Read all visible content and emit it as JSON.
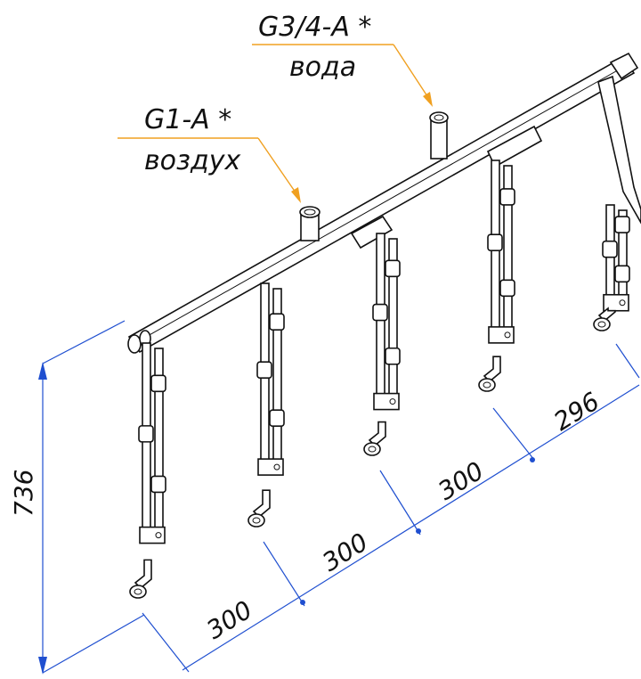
{
  "callouts": {
    "water": {
      "code": "G3/4-A *",
      "name": "вода"
    },
    "air": {
      "code": "G1-A *",
      "name": "воздух"
    }
  },
  "dimensions": {
    "height": "736",
    "spacing_1": "300",
    "spacing_2": "300",
    "spacing_3": "300",
    "spacing_4": "296"
  },
  "colors": {
    "leader": "#f0a020",
    "dimension": "#1f4fd0",
    "outline": "#111111"
  }
}
